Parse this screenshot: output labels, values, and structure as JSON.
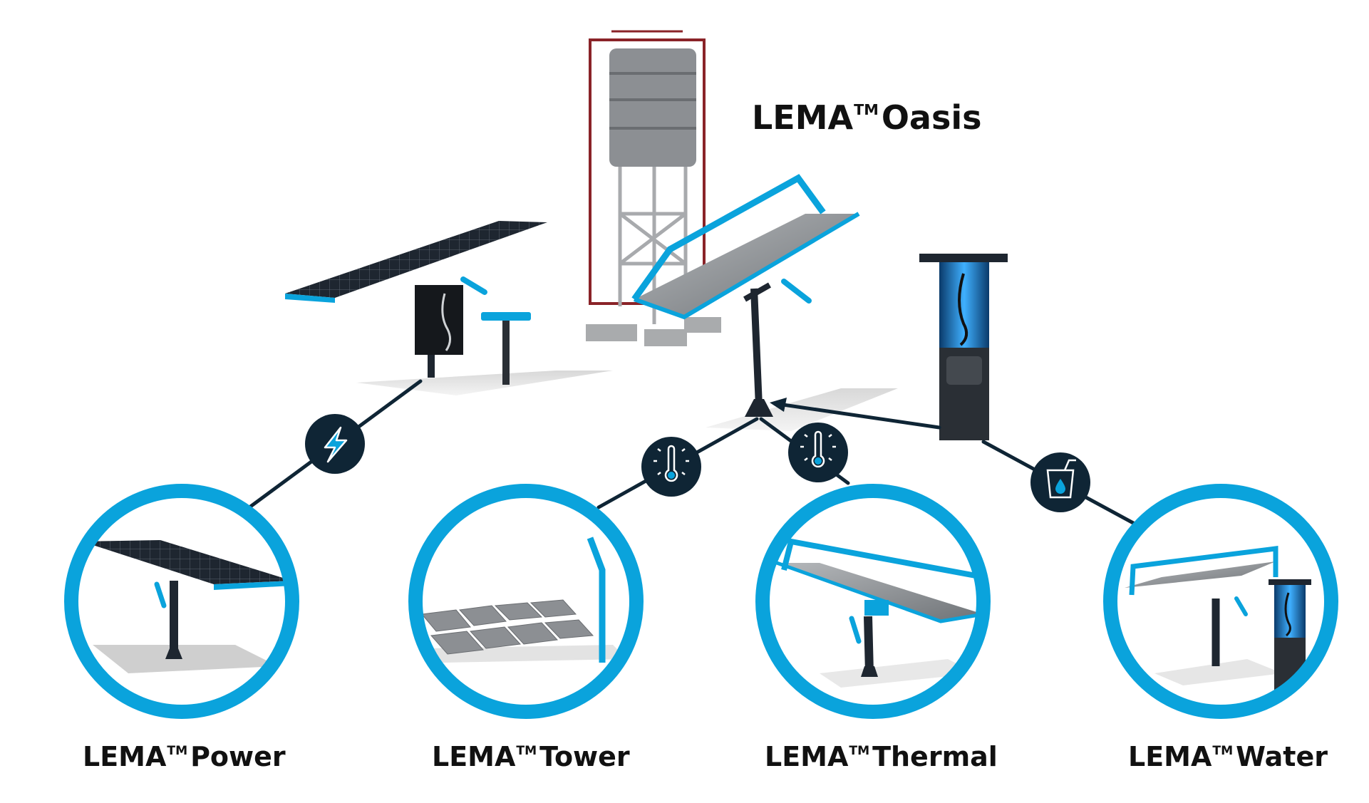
{
  "title": {
    "name": "LEMA",
    "tm": "TM",
    "suffix": "Oasis"
  },
  "products": [
    {
      "name": "LEMA",
      "tm": "TM",
      "suffix": "Power",
      "icon": "lightning-icon"
    },
    {
      "name": "LEMA",
      "tm": "TM",
      "suffix": "Tower",
      "icon": "thermometer-icon"
    },
    {
      "name": "LEMA",
      "tm": "TM",
      "suffix": "Thermal",
      "icon": "thermometer-icon"
    },
    {
      "name": "LEMA",
      "tm": "TM",
      "suffix": "Water",
      "icon": "water-glass-icon"
    }
  ],
  "colors": {
    "accent": "#0aa3dc",
    "node": "#0f2535",
    "line": "#0f2535",
    "text": "#111111",
    "panel": "#1e2630",
    "metal": "#9a9da1",
    "tank": "#8c8f93",
    "frame": "#8a2328"
  }
}
